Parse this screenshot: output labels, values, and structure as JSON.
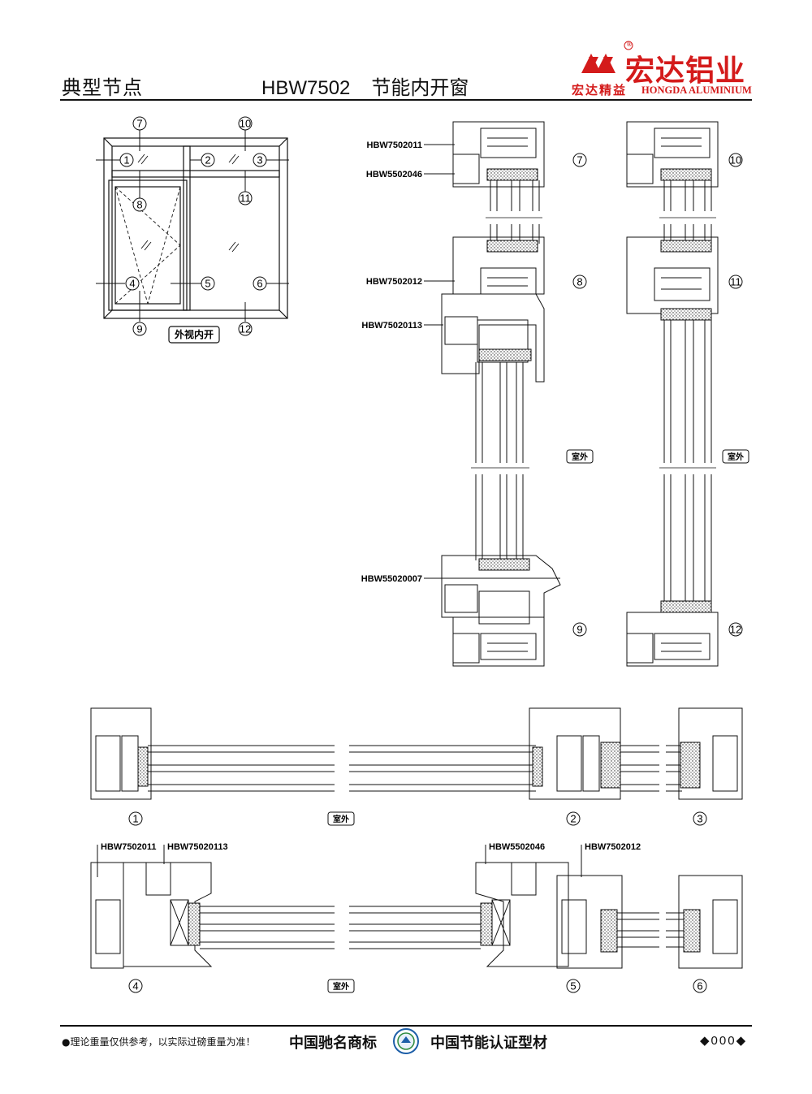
{
  "header": {
    "section_title": "典型节点",
    "model": "HBW7502",
    "product_name": "节能内开窗"
  },
  "brand": {
    "name_cn": "宏达铝业",
    "subtitle_cn": "宏达精益",
    "name_en": "HONGDA ALUMINIUM",
    "registered_mark": "®",
    "color": "#d41b1b"
  },
  "elevation": {
    "caption": "外视内开",
    "node_numbers": [
      "7",
      "10",
      "1",
      "2",
      "3",
      "8",
      "11",
      "4",
      "5",
      "6",
      "9",
      "12"
    ]
  },
  "vertical_sections": {
    "left_profiles": [
      "HBW7502011",
      "HBW5502046",
      "HBW7502012",
      "HBW75020113",
      "HBW55020007"
    ],
    "left_nodes": [
      "7",
      "8",
      "9"
    ],
    "right_nodes": [
      "10",
      "11",
      "12"
    ],
    "outside_label": "室外"
  },
  "horizontal_sections": {
    "row1_nodes": [
      "1",
      "2",
      "3"
    ],
    "row2_nodes": [
      "4",
      "5",
      "6"
    ],
    "row2_profiles": [
      "HBW7502011",
      "HBW75020113",
      "HBW5502046",
      "HBW7502012"
    ],
    "outside_label": "室外"
  },
  "footer": {
    "note": "●理论重量仅供参考，以实际过磅重量为准！",
    "mark1": "中国驰名商标",
    "mark2": "中国节能认证型材",
    "page": "◆000◆"
  }
}
